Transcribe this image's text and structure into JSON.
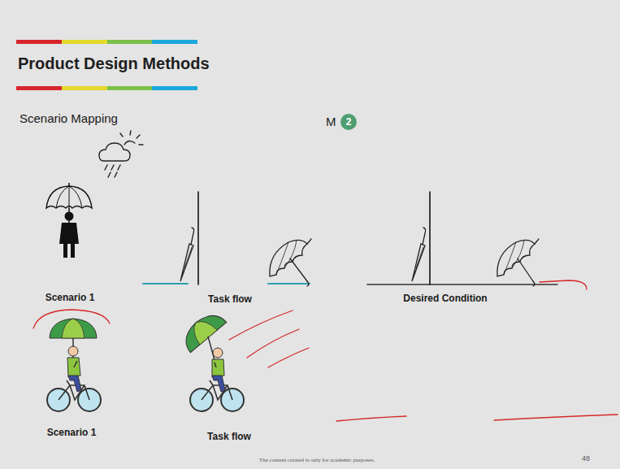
{
  "diagram": {
    "title": "Product Design Methods",
    "nodes": [
      {
        "text": [
          "2"
        ]
      }
    ],
    "labels": [
      "Scenario Mapping",
      "M",
      "Scenario 1",
      "Task flow",
      "Desired Condition",
      "Scenario 1",
      "Task flow",
      "The content created is only for academic purposes.",
      "48"
    ]
  }
}
